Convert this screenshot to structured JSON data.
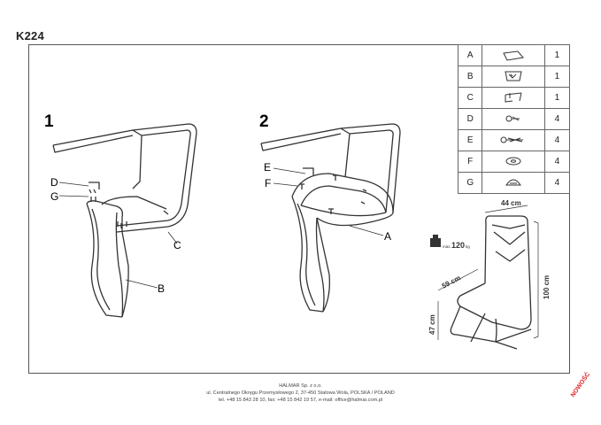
{
  "model": "K224",
  "steps": [
    "1",
    "2"
  ],
  "labels": {
    "step1": {
      "D": "D",
      "G": "G",
      "C": "C",
      "B": "B"
    },
    "step2": {
      "E": "E",
      "F": "F",
      "A": "A"
    }
  },
  "parts_table": {
    "rows": [
      {
        "letter": "A",
        "icon": "seat-icon",
        "qty": "1"
      },
      {
        "letter": "B",
        "icon": "backrest-icon",
        "qty": "1"
      },
      {
        "letter": "C",
        "icon": "frame-icon",
        "qty": "1"
      },
      {
        "letter": "D",
        "icon": "bolt-short-icon",
        "qty": "4"
      },
      {
        "letter": "E",
        "icon": "bolt-long-icon",
        "qty": "4"
      },
      {
        "letter": "F",
        "icon": "washer-icon",
        "qty": "4"
      },
      {
        "letter": "G",
        "icon": "cap-icon",
        "qty": "4"
      }
    ]
  },
  "dimensions": {
    "width": "44 cm",
    "depth": "59 cm",
    "height": "100 cm",
    "seat_height": "47 cm",
    "max_load_prefix": "max.",
    "max_load": "120",
    "max_load_unit": "kg"
  },
  "footer": {
    "line1": "HALMAR Sp. z o.o.",
    "line2": "ul. Centralnego Okręgu Przemysłowego 2, 37-450 Stalowa Wola, POLSKA / POLAND",
    "line3": "tel. +48 15 843 28 10, fax: +48 15 842 19 57, e-mail: office@halmar.com.pl"
  },
  "stamp": "NOWOŚĆ"
}
